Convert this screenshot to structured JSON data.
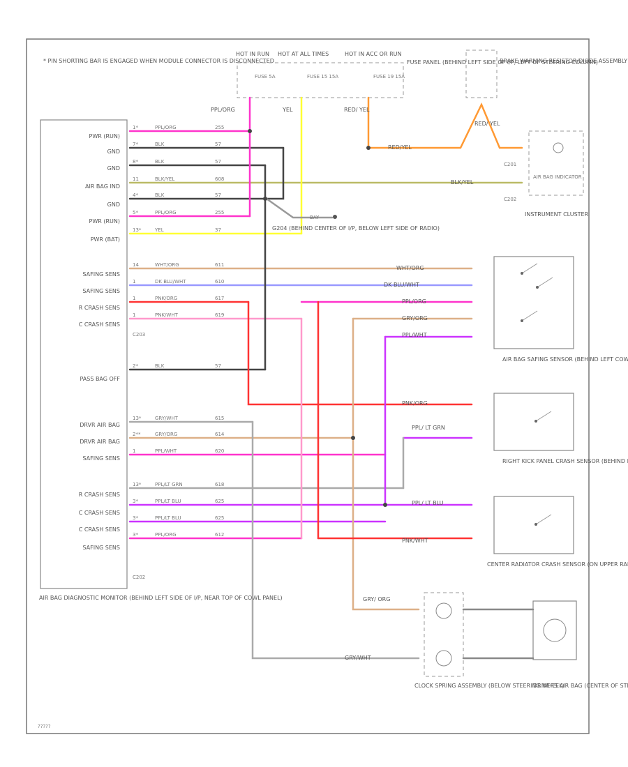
{
  "page": {
    "note": "* PIN SHORTING BAR IS ENGAGED WHEN MODULE CONNECTOR IS DISCONNECTED",
    "corner_code": "?????"
  },
  "power": {
    "hot_run": "HOT IN RUN",
    "hot_all": "HOT AT ALL TIMES",
    "hot_acc": "HOT IN ACC OR RUN",
    "fuse_a": "FUSE 5A",
    "fuse_b": "FUSE 15 15A",
    "fuse_c": "FUSE 19 15A",
    "fuse_panel": "FUSE PANEL (BEHIND LEFT SIDE OF I/P, LEFT OF STEERING COLUMN)"
  },
  "module": {
    "pins": [
      "PWR (RUN)",
      "GND",
      "GND",
      "AIR BAG IND",
      "GND",
      "PWR (RUN)",
      "PWR (BAT)",
      "",
      "SAFING SENS",
      "SAFING SENS",
      "R CRASH SENS",
      "C CRASH SENS",
      "",
      "PASS BAG OFF",
      "",
      "",
      "DRVR AIR BAG",
      "DRVR AIR BAG",
      "SAFING SENS",
      "",
      "R CRASH SENS",
      "C CRASH SENS",
      "C CRASH SENS",
      "SAFING SENS"
    ],
    "connector_1": "C203",
    "connector_2": "C202",
    "name": "AIR BAG DIAGNOSTIC MONITOR (BEHIND LEFT SIDE OF I/P, NEAR TOP OF COWL PANEL)"
  },
  "wires": [
    {
      "pin": "1*",
      "color_label": "PPL/ORG",
      "circuit": "255"
    },
    {
      "pin": "7*",
      "color_label": "BLK",
      "circuit": "57"
    },
    {
      "pin": "8*",
      "color_label": "BLK",
      "circuit": "57"
    },
    {
      "pin": "11",
      "color_label": "BLK/YEL",
      "circuit": "608"
    },
    {
      "pin": "4*",
      "color_label": "BLK",
      "circuit": "57"
    },
    {
      "pin": "5*",
      "color_label": "PPL/ORG",
      "circuit": "255"
    },
    {
      "pin": "13*",
      "color_label": "YEL",
      "circuit": "37"
    },
    {
      "pin": "14",
      "color_label": "WHT/ORG",
      "circuit": "611"
    },
    {
      "pin": "1",
      "color_label": "DK BLU/WHT",
      "circuit": "610"
    },
    {
      "pin": "1",
      "color_label": "PNK/ORG",
      "circuit": "617"
    },
    {
      "pin": "1",
      "color_label": "PNK/WHT",
      "circuit": "619"
    },
    {
      "pin": "2*",
      "color_label": "BLK",
      "circuit": "57"
    },
    {
      "pin": "13*",
      "color_label": "GRY/WHT",
      "circuit": "615"
    },
    {
      "pin": "2**",
      "color_label": "GRY/ORG",
      "circuit": "614"
    },
    {
      "pin": "1",
      "color_label": "PPL/WHT",
      "circuit": "620"
    },
    {
      "pin": "13*",
      "color_label": "PPL/LT GRN",
      "circuit": "618"
    },
    {
      "pin": "3*",
      "color_label": "PPL/LT BLU",
      "circuit": "625"
    },
    {
      "pin": "3*",
      "color_label": "PPL/LT BLU",
      "circuit": "625"
    },
    {
      "pin": "3*",
      "color_label": "PPL/ORG",
      "circuit": "612"
    }
  ],
  "labels": {
    "ppl_org": "PPL/ORG",
    "yel": "YEL",
    "red_yel": "RED/ YEL",
    "red_yel_h": "RED/YEL",
    "blk_yel": "BLK/YEL",
    "ground_ref": "BAY",
    "ground_name": "G204 (BEHIND CENTER OF I/P, BELOW LEFT SIDE OF RADIO)",
    "wht_org": "WHT/ORG",
    "dk_blu_wht": "DK BLU/WHT",
    "ppl_org_r": "PPL/ORG",
    "gry_org": "GRY/ORG",
    "ppl_wht": "PPL/WHT",
    "pnk_org": "PNK/ORG",
    "ppl_lt_grn": "PPL/ LT GRN",
    "ppl_lt_blu": "PPL/ LT BLU",
    "pnk_wht": "PNK/WHT",
    "gry_org_v": "GRY/ ORG",
    "gry_wht": "GRY/WHT"
  },
  "components": {
    "brake_warning": "BRAKE WARNING RESISTOR/DIODE ASSEMBLY (LEFT SIDE OF I/P, TAPED TO BACKHARNESS)",
    "cluster": "INSTRUMENT CLUSTER",
    "c201": "C201",
    "c202": "C202",
    "airbag_lamp": "AIR BAG INDICATOR",
    "safing_sensor": "AIR BAG SAFING SENSOR (BEHIND LEFT COWL PANEL)",
    "right_kick": "RIGHT KICK PANEL CRASH SENSOR (BEHIND RIGHT COWL PANEL)",
    "center_radiator": "CENTER RADIATOR CRASH SENSOR (ON UPPER RADIATOR SUPPORT)",
    "clock_spring": "CLOCK SPRING ASSEMBLY (BELOW STEERING WHEEL)",
    "drivers_air_bag": "DRIVERS AIR BAG (CENTER OF STEERING WHEEL)"
  },
  "colors": {
    "pink": "#ff33cc",
    "black": "#444444",
    "yellow": "#ffff33",
    "olive": "#bbbb66",
    "red": "#ff3333",
    "orange": "#ff9933",
    "blue": "#9999ff",
    "tan": "#ddb088",
    "magenta": "#cc33ff",
    "pnkwht": "#ff99cc",
    "gray": "#aaaaaa"
  }
}
